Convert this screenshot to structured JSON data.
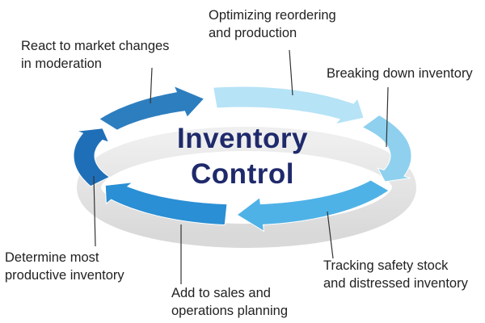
{
  "title": {
    "line1": "Inventory",
    "line2": "Control"
  },
  "steps": [
    "Optimizing reordering\nand production",
    "Breaking down inventory",
    "Tracking safety stock\nand distressed inventory",
    "Add to sales and\noperations planning",
    "Determine most\nproductive inventory",
    "React to market changes\nin moderation"
  ],
  "colors": {
    "title": "#1f2a6b",
    "shadow_ring": "#dcdcdc",
    "arrow_1": "#b6e3f6",
    "arrow_2": "#8ed0ee",
    "arrow_3": "#4fb2e6",
    "arrow_4": "#2a8fd4",
    "arrow_5": "#1f6fb8",
    "arrow_6": "#2d7ebf"
  }
}
